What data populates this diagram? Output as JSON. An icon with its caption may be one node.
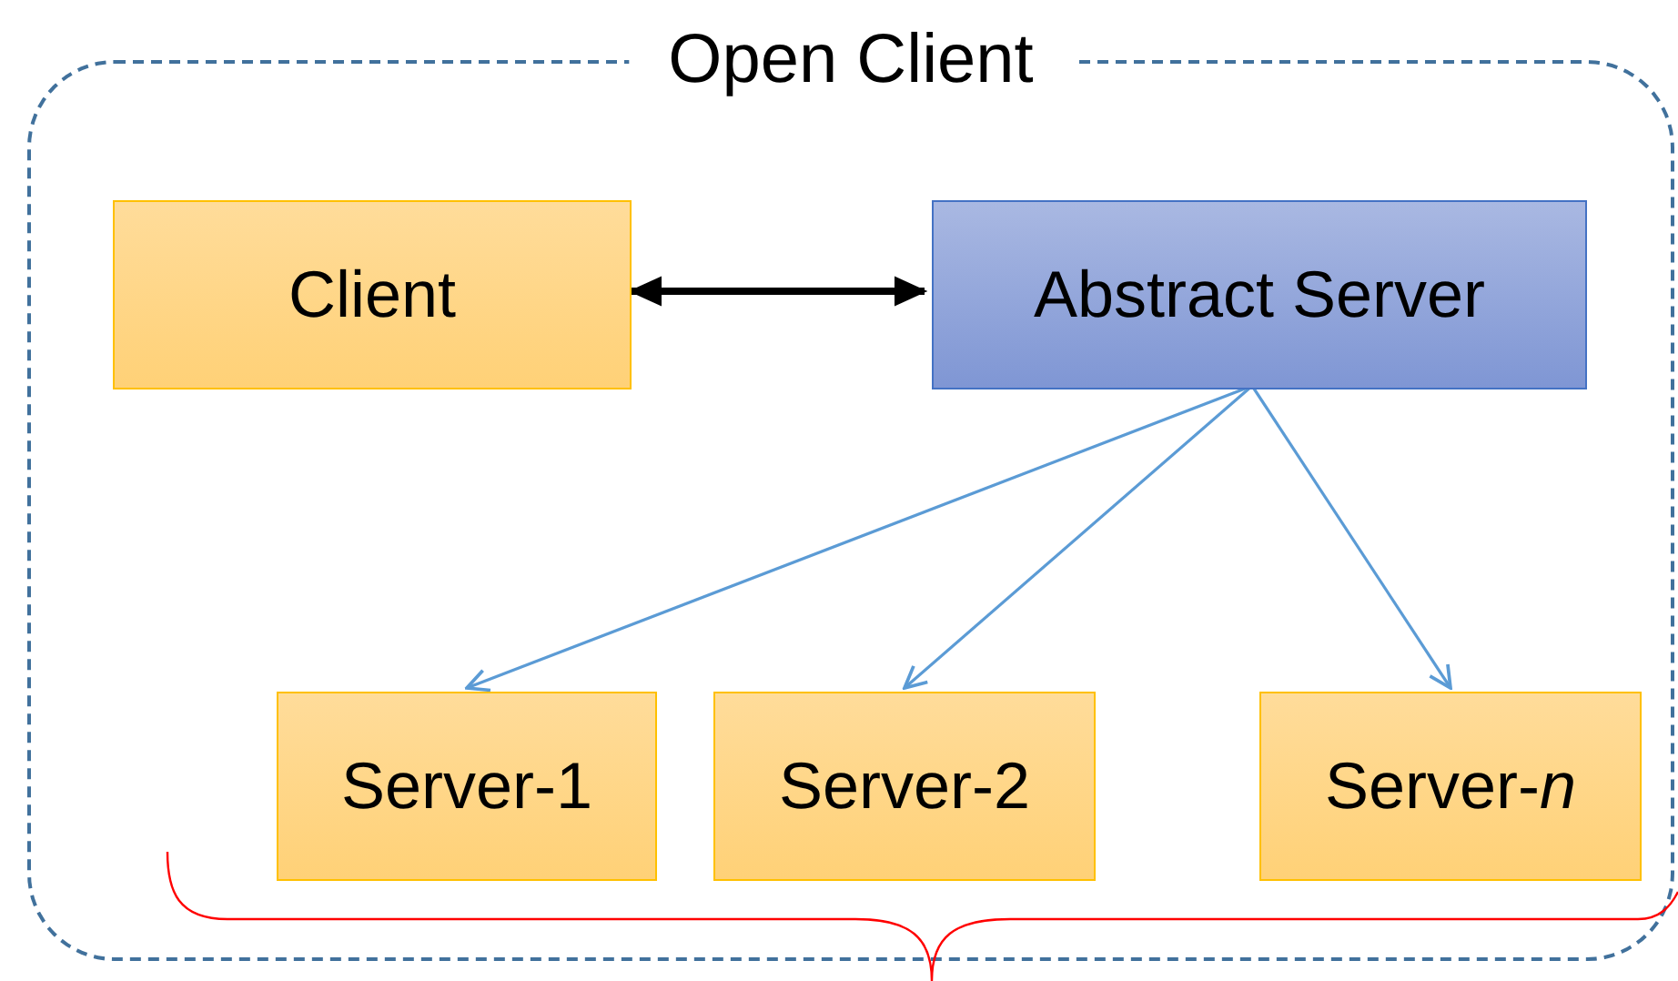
{
  "diagram": {
    "nodes": [
      {
        "text": [
          "Open Client"
        ]
      },
      {
        "text": [
          "Client"
        ],
        "in": 0
      },
      {
        "text": [
          "Abstract Server"
        ],
        "in": 0
      },
      {
        "text": [
          "Server-1"
        ],
        "in": 0
      },
      {
        "text": [
          "Server-2"
        ],
        "in": 0
      },
      {
        "text": [
          "Server-*n*"
        ],
        "in": 0
      }
    ],
    "edges": [
      {
        "from": 1,
        "to": 2,
        "arrow": "both",
        "style": "thick",
        "color": "#000000"
      },
      {
        "from": 2,
        "to": 3,
        "arrow": "to"
      },
      {
        "from": 2,
        "to": 4,
        "arrow": "to"
      },
      {
        "from": 2,
        "to": 5,
        "arrow": "to"
      }
    ]
  }
}
